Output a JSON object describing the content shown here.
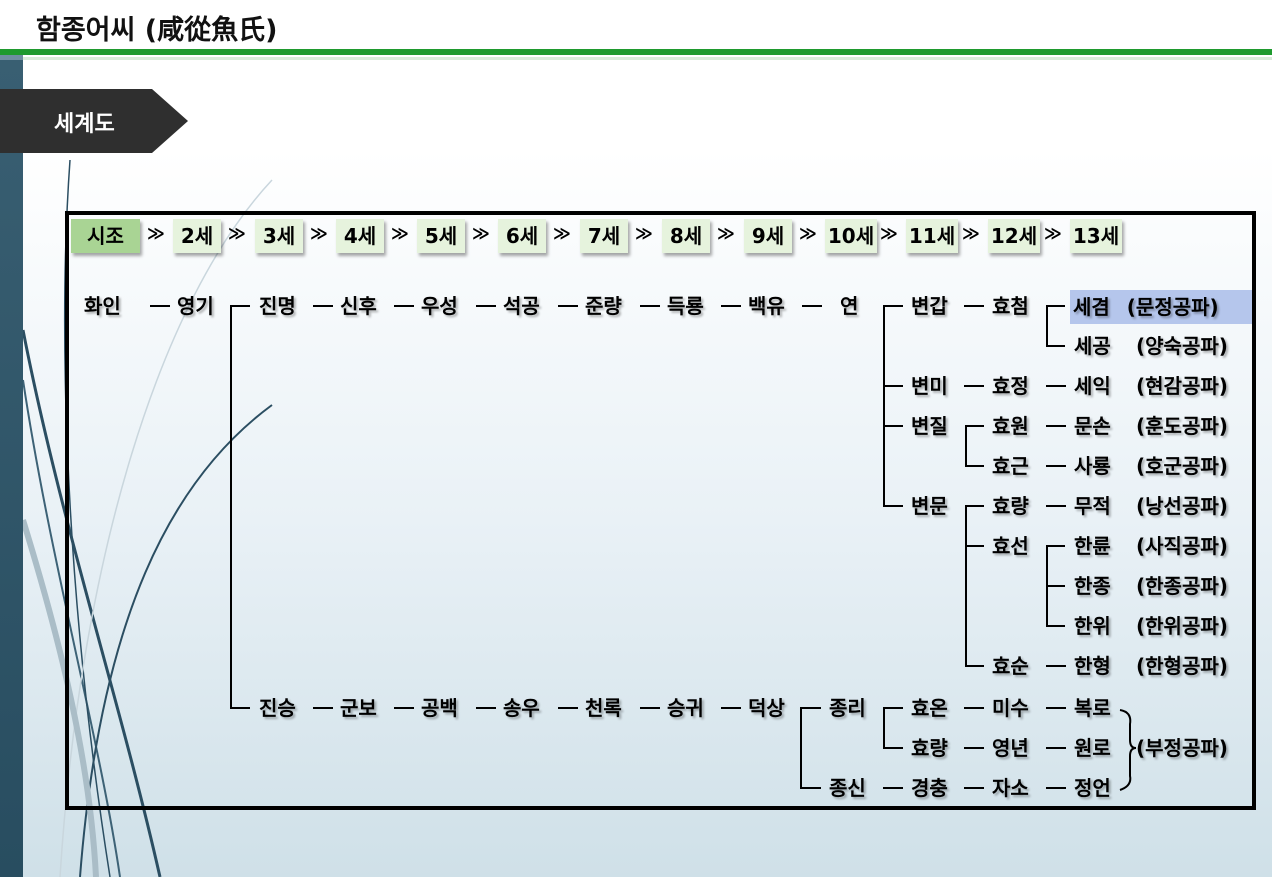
{
  "title": "함종어씨 (咸從魚氏)",
  "section": "세계도",
  "generations": [
    "시조",
    "2세",
    "3세",
    "4세",
    "5세",
    "6세",
    "7세",
    "8세",
    "9세",
    "10세",
    "11세",
    "12세",
    "13세"
  ],
  "separator": "≫",
  "nodes": {
    "hwain": "화인",
    "yeonggi": "영기",
    "jinmyeong": "진명",
    "sinhu": "신후",
    "useong": "우성",
    "seokgong": "석공",
    "junryang": "준량",
    "deungnyong": "득룡",
    "baegyu": "백유",
    "yeon": "연",
    "byeongap": "변갑",
    "hyocheom": "효첨",
    "segyeom": "세겸",
    "segong": "세공",
    "byeonmi": "변미",
    "hyojeong": "효정",
    "seik": "세익",
    "byeonjil": "변질",
    "hyowon": "효원",
    "munson": "문손",
    "hyogeun": "효근",
    "sanyong": "사룡",
    "byeonmun": "변문",
    "hyoryang": "효량",
    "mujeok": "무적",
    "hyoseon": "효선",
    "hanryun": "한륜",
    "hanjong": "한종",
    "hanwi": "한위",
    "hyosun": "효순",
    "hanhyeong": "한형",
    "jinseung": "진승",
    "gunbo": "군보",
    "gongbaek": "공백",
    "songu": "송우",
    "cheonrok": "천록",
    "seunggwi": "승귀",
    "deoksang": "덕상",
    "jongri": "종리",
    "hyoon": "효온",
    "misu": "미수",
    "bokro": "복로",
    "hyoryang2": "효량",
    "yeongnyeon": "영년",
    "wonro": "원로",
    "jongsin": "종신",
    "gyeongchung": "경충",
    "jaso": "자소",
    "jeongeon": "정언"
  },
  "branches": {
    "mun_jeong": "(문정공파)",
    "yang_suk": "(양숙공파)",
    "hyeon_gam": "(현감공파)",
    "hun_do": "(훈도공파)",
    "ho_gun": "(호군공파)",
    "nang_seon": "(낭선공파)",
    "sa_jik": "(사직공파)",
    "han_jong": "(한종공파)",
    "han_wi": "(한위공파)",
    "han_hyeong": "(한형공파)",
    "bu_jeong": "(부정공파)"
  },
  "colors": {
    "accent_green": "#1f9a2e",
    "gen_first": "#a9d494",
    "gen_other": "#e6f3dd",
    "highlight": "#b5c6ec",
    "dark_band": "#2c4f62"
  }
}
